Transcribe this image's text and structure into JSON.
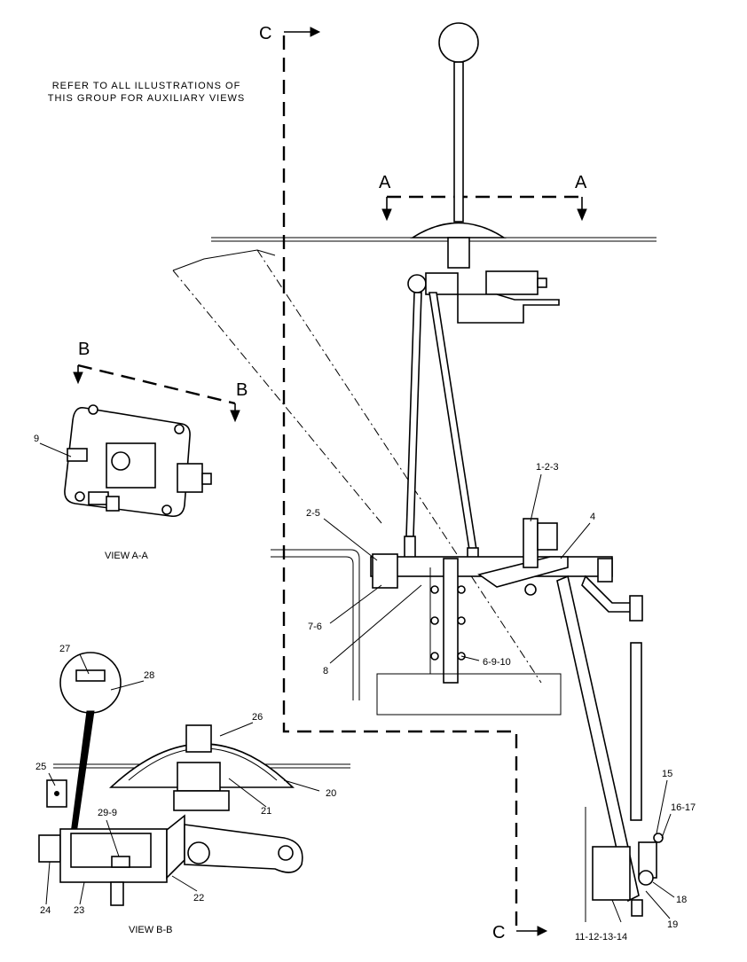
{
  "note": {
    "line1": "REFER TO ALL ILLUSTRATIONS OF",
    "line2": "THIS GROUP FOR AUXILIARY VIEWS"
  },
  "section_markers": {
    "c_top": "C",
    "c_bottom": "C",
    "a_left": "A",
    "a_right": "A",
    "b_top": "B",
    "b_right": "B"
  },
  "view_titles": {
    "view_a": "VIEW A-A",
    "view_b": "VIEW B-B"
  },
  "callouts": {
    "c9_viewa": "9",
    "c1_2_3": "1-2-3",
    "c4": "4",
    "c2_5": "2-5",
    "c7_6": "7-6",
    "c8": "8",
    "c6_9_10": "6-9-10",
    "c27": "27",
    "c28": "28",
    "c26": "26",
    "c25": "25",
    "c20": "20",
    "c21": "21",
    "c29_9": "29-9",
    "c22": "22",
    "c23": "23",
    "c24": "24",
    "c15": "15",
    "c16_17": "16-17",
    "c18": "18",
    "c19": "19",
    "c11_14": "11-12-13-14"
  }
}
